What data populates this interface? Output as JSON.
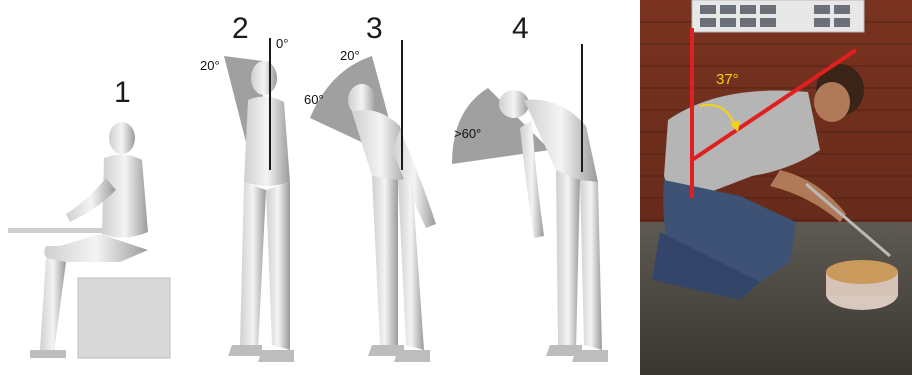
{
  "posture_panel": {
    "labels": [
      "1",
      "2",
      "3",
      "4"
    ],
    "angle_labels": {
      "p2_back": "20°",
      "p2_front": "0°",
      "p3_top": "20°",
      "p3_side": "60°",
      "p4_side": ">60°"
    }
  },
  "photo_panel": {
    "angle_label": "37°",
    "colors": {
      "measure_lines": "#e02020",
      "angle_arrow": "#f2d21b",
      "brick": "#8a3b22"
    }
  }
}
